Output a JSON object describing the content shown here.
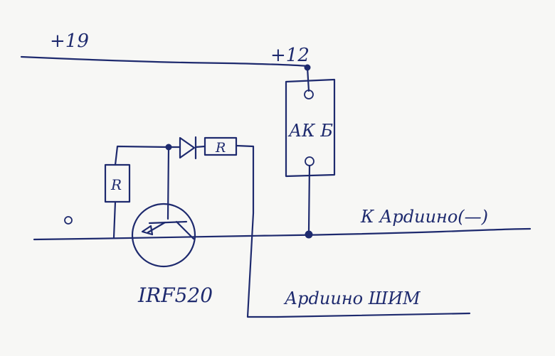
{
  "labels": {
    "supply_in": "+19",
    "supply_out": "+12",
    "battery": "АК Б",
    "resistor_gate": "R",
    "resistor_series": "R",
    "transistor": "IRF520",
    "to_arduino_minus": "К Арduино(—)",
    "arduino_pwm": "Арduино ШИМ"
  },
  "colors": {
    "ink": "#1e2a6e",
    "paper": "#f7f7f5"
  },
  "icons": {
    "diode": "diode-icon",
    "junction": "junction-dot-icon"
  }
}
